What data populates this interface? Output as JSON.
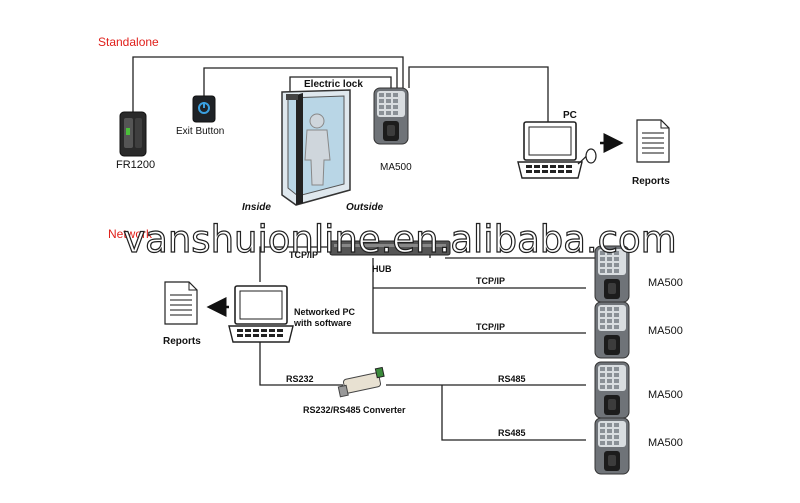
{
  "sections": {
    "standalone": "Standalone",
    "network": "Network"
  },
  "labels": {
    "fr1200": "FR1200",
    "exit_button": "Exit Button",
    "electric_lock": "Electric lock",
    "ma500": "MA500",
    "inside": "Inside",
    "outside": "Outside",
    "pc": "PC",
    "reports": "Reports",
    "hub": "HUB",
    "tcpip": "TCP/IP",
    "networked_pc_line1": "Networked PC",
    "networked_pc_line2": "with software",
    "rs232": "RS232",
    "rs485": "RS485",
    "converter": "RS232/RS485 Converter"
  },
  "watermark": "vanshuionline.en.alibaba.com",
  "colors": {
    "section_label": "#e0201b",
    "door_glass": "#b9d6e6",
    "wire": "#222222"
  }
}
